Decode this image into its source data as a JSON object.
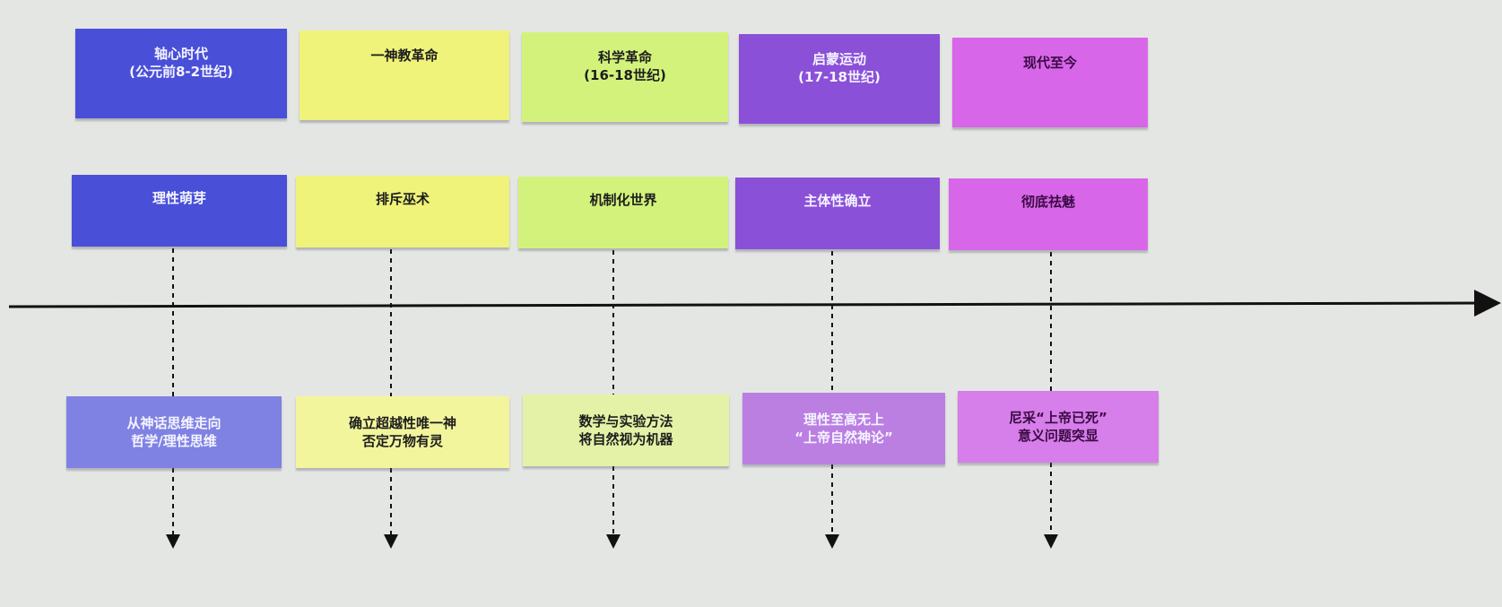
{
  "colors": {
    "blue": "#4a4fd8",
    "yellow": "#eff37a",
    "green": "#d3f27b",
    "purple": "#8b50d8",
    "magenta": "#d866e8",
    "axis": "#111111"
  },
  "columns": [
    {
      "era": "轴心时代",
      "period": "(公元前8-2世纪)",
      "theme": "理性萌芽",
      "detail": [
        "从神话思维走向",
        "哲学/理性思维"
      ]
    },
    {
      "era": "一神教革命",
      "period": "",
      "theme": "排斥巫术",
      "detail": [
        "确立超越性唯一神",
        "否定万物有灵"
      ]
    },
    {
      "era": "科学革命",
      "period": "(16-18世纪)",
      "theme": "机制化世界",
      "detail": [
        "数学与实验方法",
        "将自然视为机器"
      ]
    },
    {
      "era": "启蒙运动",
      "period": "(17-18世纪)",
      "theme": "主体性确立",
      "detail": [
        "理性至高无上",
        "“上帝自然神论”"
      ]
    },
    {
      "era": "现代至今",
      "period": "",
      "theme": "彻底祛魅",
      "detail": [
        "尼采“上帝已死”",
        "意义问题突显"
      ]
    }
  ]
}
